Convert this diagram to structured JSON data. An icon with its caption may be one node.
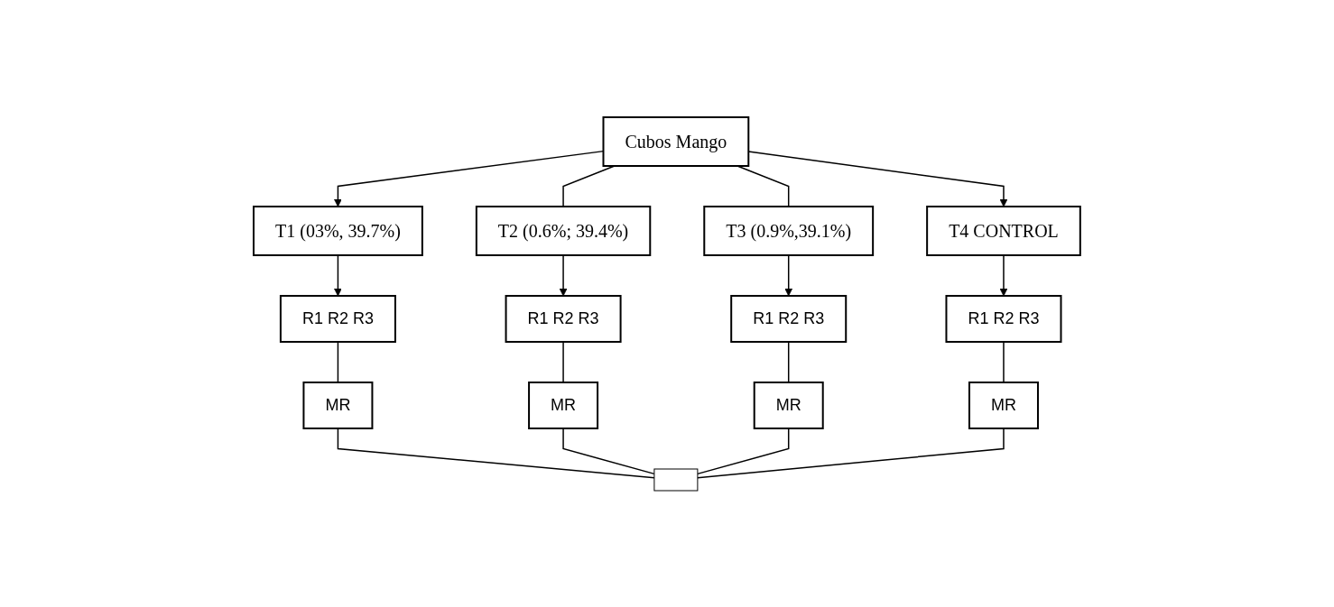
{
  "diagram": {
    "nodes": [
      {
        "text": [
          "Cubos Mango"
        ]
      },
      {
        "text": [
          "T1 (03%, 39.7%)"
        ]
      },
      {
        "text": [
          "T2 (0.6%; 39.4%)"
        ]
      },
      {
        "text": [
          "T3 (0.9%,39.1%)"
        ]
      },
      {
        "text": [
          "T4 CONTROL"
        ]
      },
      {
        "text": [
          "R1 R2 R3"
        ]
      },
      {
        "text": [
          "R1 R2 R3"
        ]
      },
      {
        "text": [
          "R1 R2 R3"
        ]
      },
      {
        "text": [
          "R1 R2 R3"
        ]
      },
      {
        "text": [
          "MR"
        ]
      },
      {
        "text": [
          "MR"
        ]
      },
      {
        "text": [
          "MR"
        ]
      },
      {
        "text": [
          "MR"
        ]
      },
      {
        "text": [],
        "shape": "brace"
      }
    ],
    "edges": [
      {
        "from": 0,
        "to": 1,
        "arrow": "to"
      },
      {
        "from": 0,
        "to": 2,
        "arrow": "none"
      },
      {
        "from": 0,
        "to": 3,
        "arrow": "none"
      },
      {
        "from": 0,
        "to": 4,
        "arrow": "to"
      },
      {
        "from": 1,
        "to": 5,
        "arrow": "to"
      },
      {
        "from": 2,
        "to": 6,
        "arrow": "to"
      },
      {
        "from": 3,
        "to": 7,
        "arrow": "to"
      },
      {
        "from": 4,
        "to": 8,
        "arrow": "to"
      },
      {
        "from": 5,
        "to": 9,
        "arrow": "none"
      },
      {
        "from": 6,
        "to": 10,
        "arrow": "none"
      },
      {
        "from": 7,
        "to": 11,
        "arrow": "none"
      },
      {
        "from": 8,
        "to": 12,
        "arrow": "none"
      },
      {
        "from": 9,
        "to": 13,
        "arrow": "none"
      },
      {
        "from": 10,
        "to": 13,
        "arrow": "none"
      },
      {
        "from": 11,
        "to": 13,
        "arrow": "none"
      },
      {
        "from": 12,
        "to": 13,
        "arrow": "none"
      }
    ]
  }
}
